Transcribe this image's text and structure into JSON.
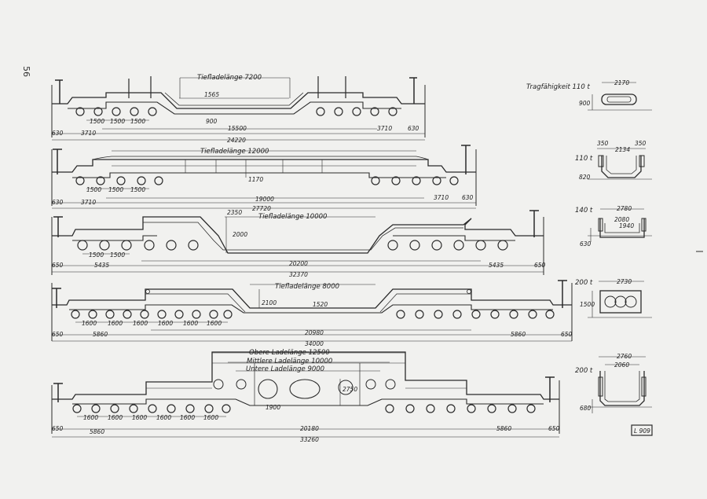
{
  "page_number": "56",
  "figure_code": "L 909",
  "header_capacity": "Tragfähigkeit 110 t",
  "wagons": [
    {
      "id": "wagon-1",
      "capacity": "110 t",
      "bed_label": "Tiefladelänge 7200",
      "dims": {
        "lower": "3710",
        "upper": "24220",
        "inner": "15500",
        "right": "3710",
        "end_r": "630",
        "end_l": "630",
        "depth": "900",
        "step": "1565",
        "bogie": [
          "1500",
          "1500",
          "1500"
        ]
      },
      "section": {
        "width": "2170",
        "height": "900"
      }
    },
    {
      "id": "wagon-2",
      "capacity": "110 t",
      "bed_label": "Tiefladelänge 12000",
      "dims": {
        "lower": "3710",
        "upper": "27720",
        "inner": "19000",
        "right": "3710",
        "end_r": "630",
        "end_l": "630",
        "depth": "1170",
        "bogie": [
          "1500",
          "1500",
          "1500"
        ]
      },
      "section": {
        "width": "2134",
        "left": "350",
        "right": "350",
        "height": "820"
      }
    },
    {
      "id": "wagon-3",
      "capacity": "140 t",
      "bed_label": "Tiefladelänge 10000",
      "dims": {
        "lower": "5435",
        "upper": "32370",
        "inner": "20200",
        "right": "5435",
        "end_r": "650",
        "end_l": "650",
        "depth": "2000",
        "step": "2350",
        "bogie": [
          "1500",
          "1500"
        ]
      },
      "section": {
        "width": "2780",
        "inner": "2080",
        "inner2": "1940",
        "height": "630"
      }
    },
    {
      "id": "wagon-4",
      "capacity": "200 t",
      "bed_label": "Tiefladelänge 8000",
      "dims": {
        "lower": "5860",
        "upper": "34000",
        "inner": "20980",
        "right": "5860",
        "end_r": "650",
        "end_l": "650",
        "depth": "2100",
        "step": "1520",
        "bogie": [
          "1600",
          "1600",
          "1600",
          "1600",
          "1600",
          "1600"
        ]
      },
      "section": {
        "width": "2730",
        "height": "1500"
      }
    },
    {
      "id": "wagon-5",
      "capacity": "200 t",
      "bed_labels": [
        "Obere Ladelänge 12500",
        "Mittlere Ladelänge 10000",
        "Untere Ladelänge 9000"
      ],
      "dims": {
        "lower": "5860",
        "upper": "33260",
        "inner": "20180",
        "right": "5860",
        "end_r": "650",
        "end_l": "650",
        "depth": "2750",
        "step": "1900",
        "bogie": [
          "1600",
          "1600",
          "1600",
          "1600",
          "1600",
          "1600"
        ]
      },
      "section": {
        "width": "2760",
        "inner": "2060",
        "height": "680"
      }
    }
  ]
}
